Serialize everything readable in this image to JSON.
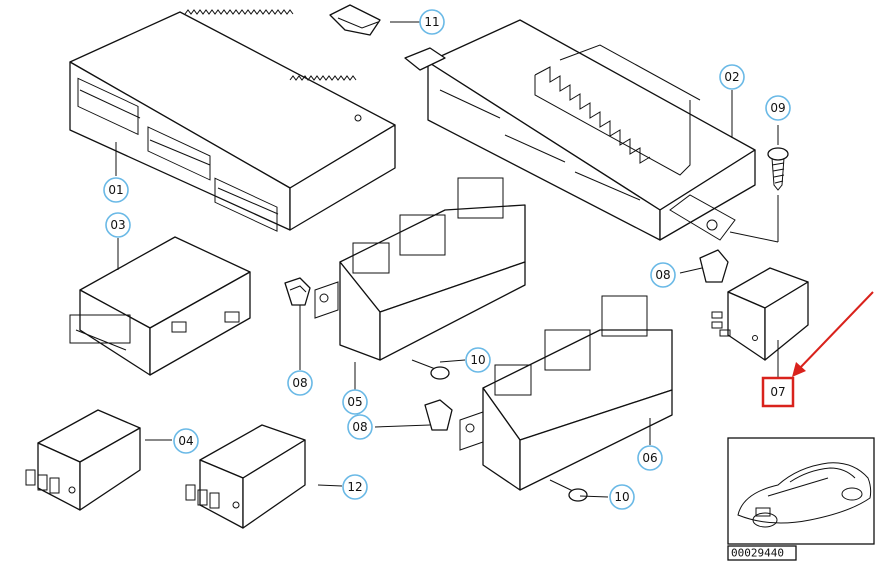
{
  "diagram": {
    "callouts": [
      {
        "id": "c11",
        "label": "11"
      },
      {
        "id": "c02",
        "label": "02"
      },
      {
        "id": "c09",
        "label": "09"
      },
      {
        "id": "c01",
        "label": "01"
      },
      {
        "id": "c03",
        "label": "03"
      },
      {
        "id": "c08a",
        "label": "08"
      },
      {
        "id": "c08b",
        "label": "08"
      },
      {
        "id": "c10a",
        "label": "10"
      },
      {
        "id": "c05",
        "label": "05"
      },
      {
        "id": "c08c",
        "label": "08"
      },
      {
        "id": "c06",
        "label": "06"
      },
      {
        "id": "c04",
        "label": "04"
      },
      {
        "id": "c12",
        "label": "12"
      },
      {
        "id": "c10b",
        "label": "10"
      },
      {
        "id": "c07",
        "label": "07"
      }
    ],
    "highlighted_part": "07",
    "document_number": "00029440",
    "highlight_color": "#d9221c",
    "callout_color": "#6ab9e6"
  }
}
